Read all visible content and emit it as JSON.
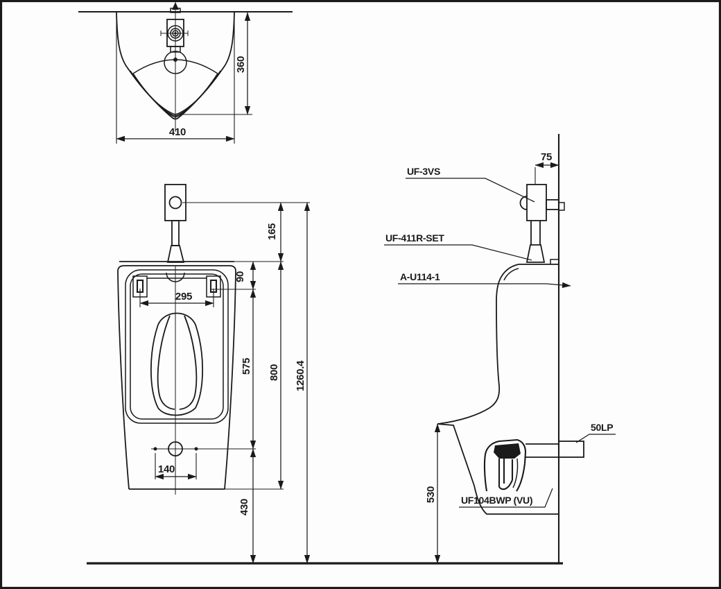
{
  "dimensions": {
    "top_view": {
      "width": "410",
      "depth": "360"
    },
    "front_view": {
      "valve_center_to_body_top": "165",
      "body_top_to_bracket": "90",
      "bracket_spacing": "295",
      "bracket_to_drain_center": "575",
      "body_height": "800",
      "valve_center_to_floor": "1260.4",
      "drain_bolt_spacing": "140",
      "drain_center_to_floor": "430"
    },
    "side_view": {
      "wall_to_valve_center": "75",
      "base_ledge_to_floor": "530"
    }
  },
  "labels": {
    "flush_valve": "UF-3VS",
    "spud_set": "UF-411R-SET",
    "urinal_model": "A-U114-1",
    "outlet_pipe": "50LP",
    "trap_unit": "UF104BWP (VU)"
  },
  "colors": {
    "line": "#1a1a1a",
    "background": "#fdfdfd"
  }
}
